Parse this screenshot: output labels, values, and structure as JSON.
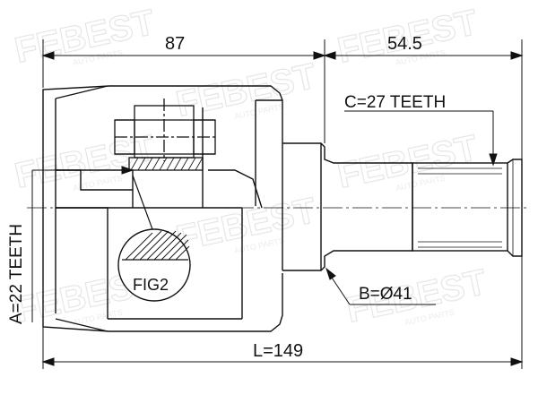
{
  "dimensions": {
    "length_top_left": "87",
    "length_top_right": "54.5",
    "total_length": "L=149",
    "outer_teeth": "C=27 TEETH",
    "inner_teeth": "A=22 TEETH",
    "diameter": "B=Ø41"
  },
  "detail_label": "FIG2",
  "watermark": {
    "brand": "FEBEST",
    "subtext": "AUTO PARTS"
  },
  "colors": {
    "line": "#111111",
    "watermark": "#e6e6e6"
  }
}
